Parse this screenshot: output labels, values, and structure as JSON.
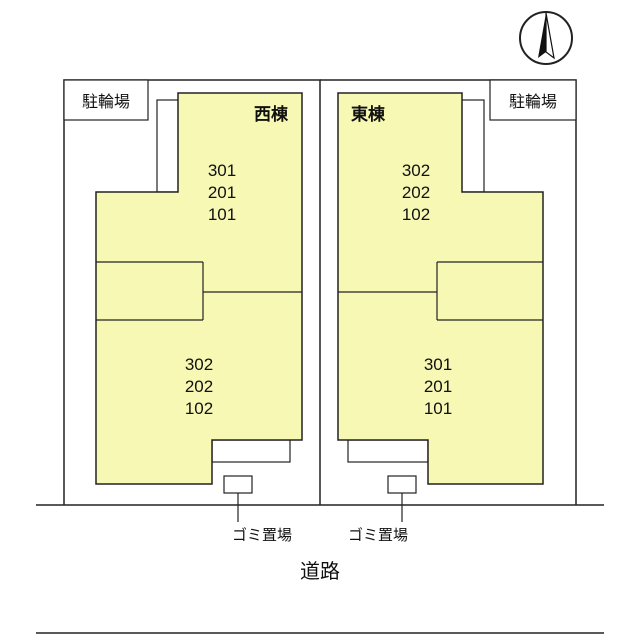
{
  "colors": {
    "building": "#f6f8b4",
    "line": "#222222",
    "background": "#ffffff"
  },
  "compass_icon": "north-arrow-icon",
  "west_building": {
    "name": "西棟",
    "bicycle_parking": "駐輪場",
    "north_units": [
      "301",
      "201",
      "101"
    ],
    "south_units": [
      "302",
      "202",
      "102"
    ],
    "garbage": "ゴミ置場"
  },
  "east_building": {
    "name": "東棟",
    "bicycle_parking": "駐輪場",
    "north_units": [
      "302",
      "202",
      "102"
    ],
    "south_units": [
      "301",
      "201",
      "101"
    ],
    "garbage": "ゴミ置場"
  },
  "road": "道路"
}
